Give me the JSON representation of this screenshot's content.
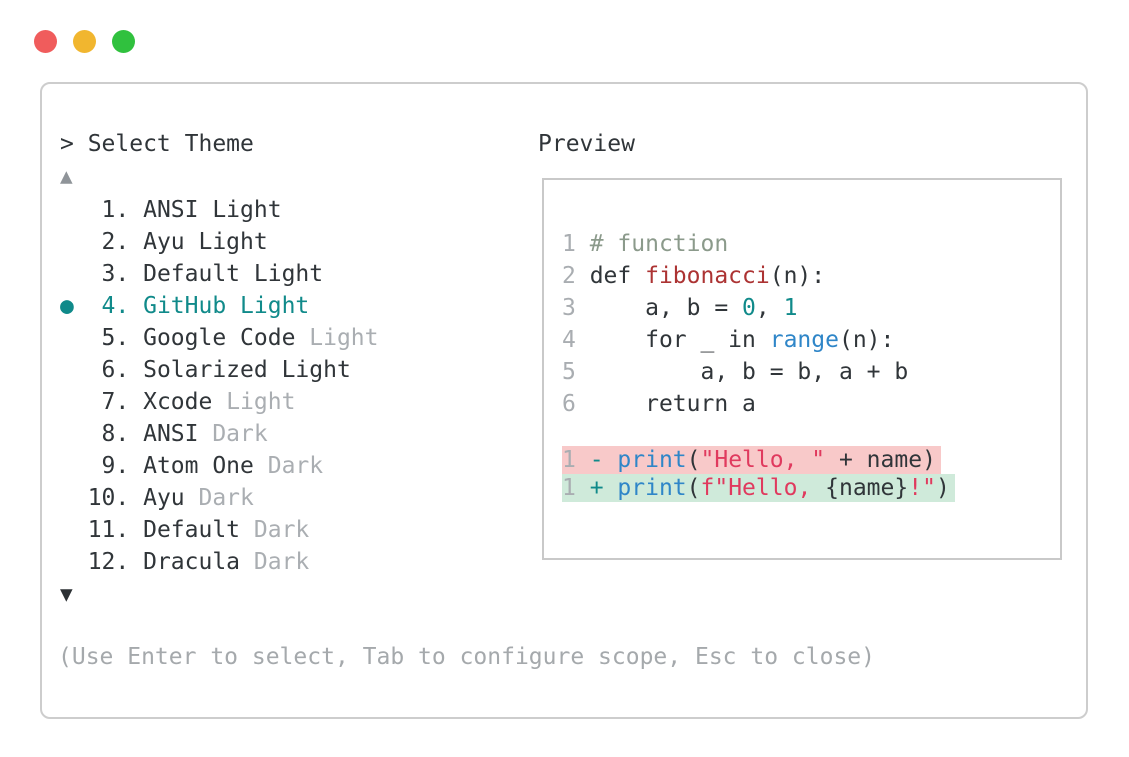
{
  "window": {
    "traffic_lights": [
      {
        "name": "close",
        "color": "#f05c5c"
      },
      {
        "name": "minimize",
        "color": "#f1b62f"
      },
      {
        "name": "maximize",
        "color": "#30c13e"
      }
    ]
  },
  "colors": {
    "accent_teal": "#108a8a",
    "text_dark": "#303539",
    "text_muted": "#aaaeb2",
    "comment": "#8b9a8b",
    "function_red": "#ac3333",
    "call_blue": "#2f86c8",
    "string_crimson": "#e03a5e",
    "diff_removed_bg": "#f8c9c9",
    "diff_added_bg": "#cfeada",
    "panel_border": "#cdcdcd"
  },
  "selector": {
    "prompt": "> Select Theme",
    "scroll_up_indicator": "▲",
    "scroll_down_indicator": "▼",
    "selected_bullet": "●",
    "items": [
      {
        "number": 1,
        "label": "ANSI Light",
        "muted": "",
        "selected": false
      },
      {
        "number": 2,
        "label": "Ayu Light",
        "muted": "",
        "selected": false
      },
      {
        "number": 3,
        "label": "Default Light",
        "muted": "",
        "selected": false
      },
      {
        "number": 4,
        "label": "GitHub Light",
        "muted": "",
        "selected": true
      },
      {
        "number": 5,
        "label": "Google Code",
        "muted": "Light",
        "selected": false
      },
      {
        "number": 6,
        "label": "Solarized Light",
        "muted": "",
        "selected": false
      },
      {
        "number": 7,
        "label": "Xcode",
        "muted": "Light",
        "selected": false
      },
      {
        "number": 8,
        "label": "ANSI",
        "muted": "Dark",
        "selected": false
      },
      {
        "number": 9,
        "label": "Atom One",
        "muted": "Dark",
        "selected": false
      },
      {
        "number": 10,
        "label": "Ayu",
        "muted": "Dark",
        "selected": false
      },
      {
        "number": 11,
        "label": "Default",
        "muted": "Dark",
        "selected": false
      },
      {
        "number": 12,
        "label": "Dracula",
        "muted": "Dark",
        "selected": false
      }
    ],
    "hint": "(Use Enter to select, Tab to configure scope, Esc to close)"
  },
  "preview": {
    "label": "Preview",
    "code_lines": [
      {
        "num": "1",
        "tokens": [
          [
            "# function",
            "comment"
          ]
        ]
      },
      {
        "num": "2",
        "tokens": [
          [
            "def ",
            "plain"
          ],
          [
            "fibonacci",
            "func"
          ],
          [
            "(n):",
            "plain"
          ]
        ]
      },
      {
        "num": "3",
        "tokens": [
          [
            "    a, b = ",
            "plain"
          ],
          [
            "0",
            "num"
          ],
          [
            ", ",
            "plain"
          ],
          [
            "1",
            "num"
          ]
        ]
      },
      {
        "num": "4",
        "tokens": [
          [
            "    for _ in ",
            "plain"
          ],
          [
            "range",
            "call"
          ],
          [
            "(n):",
            "plain"
          ]
        ]
      },
      {
        "num": "5",
        "tokens": [
          [
            "        a, b = b, a + b",
            "plain"
          ]
        ]
      },
      {
        "num": "6",
        "tokens": [
          [
            "    return a",
            "plain"
          ]
        ]
      }
    ],
    "diff_lines": [
      {
        "num": "1",
        "sign": "-",
        "type": "removed",
        "tokens": [
          [
            "print",
            "call"
          ],
          [
            "(",
            "plain"
          ],
          [
            "\"Hello, \"",
            "str"
          ],
          [
            " + name)",
            "plain"
          ]
        ]
      },
      {
        "num": "1",
        "sign": "+",
        "type": "added",
        "tokens": [
          [
            "print",
            "call"
          ],
          [
            "(",
            "plain"
          ],
          [
            "f\"Hello, ",
            "str"
          ],
          [
            "{name}",
            "plain"
          ],
          [
            "!\"",
            "str"
          ],
          [
            ")",
            "plain"
          ]
        ]
      }
    ]
  }
}
